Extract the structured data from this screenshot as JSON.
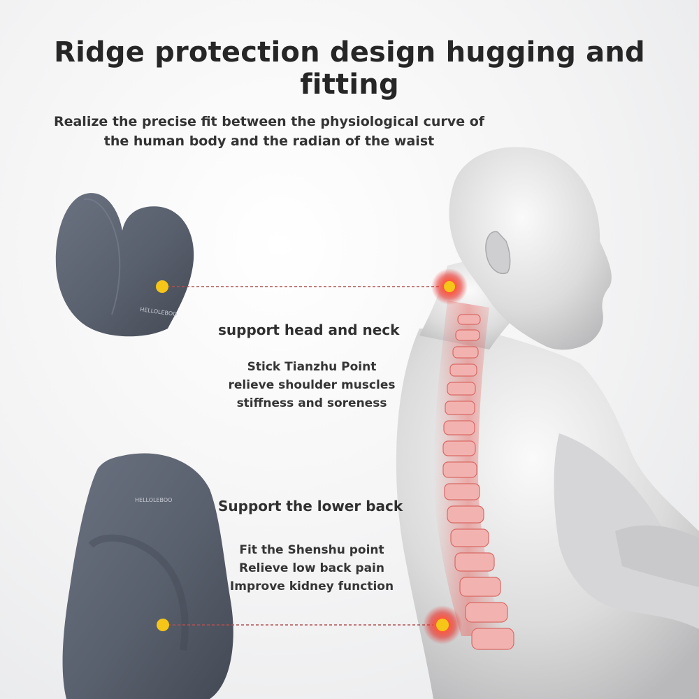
{
  "headline": "Ridge protection design hugging and fitting",
  "subhead": {
    "line1": "Realize the precise fit between the physiological curve of",
    "line2": "the human body and the radian of the waist"
  },
  "neck_feature": {
    "title": "support head and neck",
    "lines": [
      "Stick Tianzhu Point",
      "relieve shoulder muscles",
      "stiffness and soreness"
    ]
  },
  "lumbar_feature": {
    "title": "Support the lower back",
    "lines": [
      "Fit the Shenshu point",
      "Relieve low back pain",
      "Improve kidney function"
    ]
  },
  "brand_mark": "HELLOLEBOO",
  "colors": {
    "pillow": "#5b6270",
    "marker_dot": "#f5c518",
    "glow": "#e8322d",
    "connector": "#b25050"
  }
}
